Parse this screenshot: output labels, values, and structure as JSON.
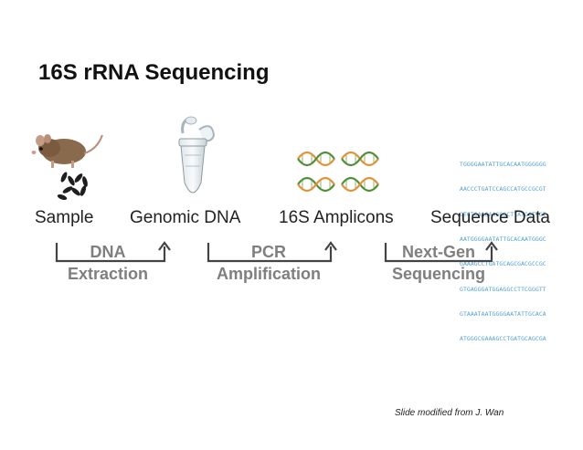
{
  "slide": {
    "title": "16S rRNA Sequencing",
    "credit": "Slide modified from J. Wan"
  },
  "stages": [
    {
      "label": "Sample",
      "icon": "mouse-and-droppings"
    },
    {
      "label": "Genomic DNA",
      "icon": "microcentrifuge-tube"
    },
    {
      "label": "16S Amplicons",
      "icon": "dna-helices"
    },
    {
      "label": "Sequence Data",
      "icon": "sequence-text"
    }
  ],
  "steps": [
    {
      "line1": "DNA",
      "line2": "Extraction"
    },
    {
      "line1": "PCR",
      "line2": "Amplification"
    },
    {
      "line1": "Next-Gen",
      "line2": "Sequencing"
    }
  ],
  "sequence_lines": [
    "TGGGGAATATTGCACAATGGGGGG",
    "AACCCTGATCCAGCCATGCCGCGT",
    "GTGTGAAGAAGGCCTTATGGTTGT",
    "AATGGGGAATATTGCACAATGGGC",
    "GAAAGCCTGATGCAGCGACGCCGC",
    "GTGAGGGATGGAGGCCTTCGGGTT",
    "GTAAATAATGGGGAATATTGCACA",
    "ATGGGCGAAAGCCTGATGCAGCGA"
  ],
  "colors": {
    "step_text": "#7f7f7f",
    "bracket": "#444444",
    "sequence_text": "#4f9fd6",
    "helix_orange": "#e0913c",
    "helix_green": "#4f8f3a"
  }
}
